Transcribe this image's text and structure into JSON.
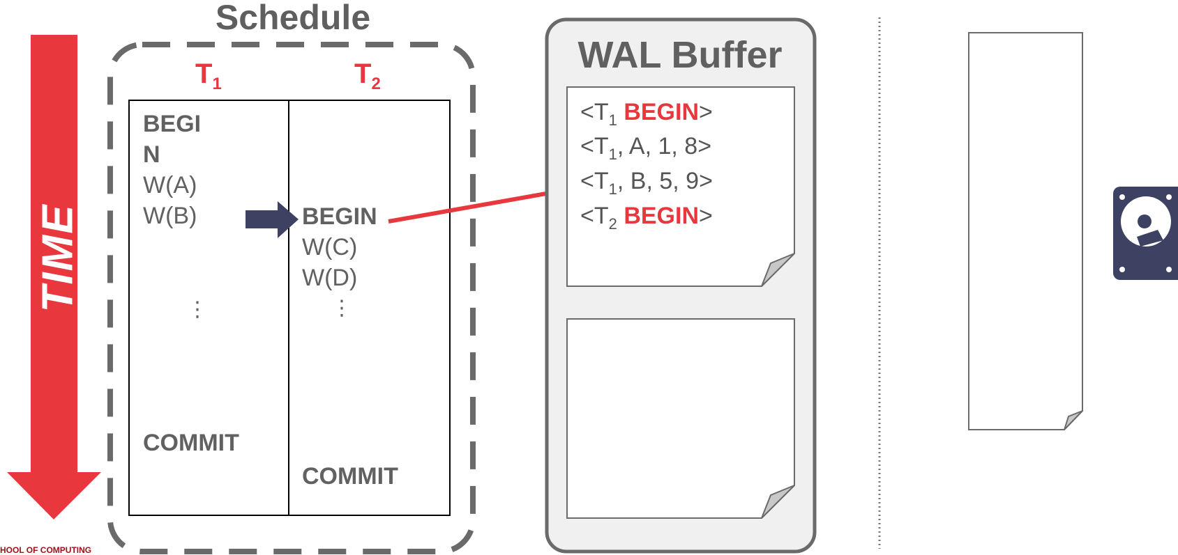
{
  "time_label": "TIME",
  "schedule": {
    "title": "Schedule",
    "t1_header": {
      "base": "T",
      "sub": "1"
    },
    "t2_header": {
      "base": "T",
      "sub": "2"
    },
    "t1_ops": {
      "begin_part1": "BEGI",
      "begin_part2": "N",
      "op1": "W(A)",
      "op2": "W(B)",
      "ellipsis": "⋮",
      "commit": "COMMIT"
    },
    "t2_ops": {
      "begin": "BEGIN",
      "op1": "W(C)",
      "op2": "W(D)",
      "ellipsis": "⋮",
      "commit": "COMMIT"
    }
  },
  "wal_buffer": {
    "title": "WAL Buffer",
    "entries": [
      {
        "prefix": "<T",
        "sub": "1",
        "keyword": "BEGIN",
        "rest": "",
        "suffix": ">"
      },
      {
        "prefix": "<T",
        "sub": "1",
        "keyword": "",
        "rest": ", A, 1, 8",
        "suffix": ">"
      },
      {
        "prefix": "<T",
        "sub": "1",
        "keyword": "",
        "rest": ", B, 5, 9",
        "suffix": ">"
      },
      {
        "prefix": "<T",
        "sub": "2",
        "keyword": "BEGIN",
        "rest": "",
        "suffix": ">"
      }
    ]
  },
  "footer_text": "HOOL OF COMPUTING",
  "colors": {
    "accent_red": "#e8383d",
    "gray_text": "#616161",
    "dark_navy": "#3e4262",
    "panel_bg": "#f0f0f0"
  },
  "icons": {
    "time_arrow": "down-arrow-icon",
    "pointer": "right-arrow-icon",
    "disk": "hard-disk-icon"
  }
}
